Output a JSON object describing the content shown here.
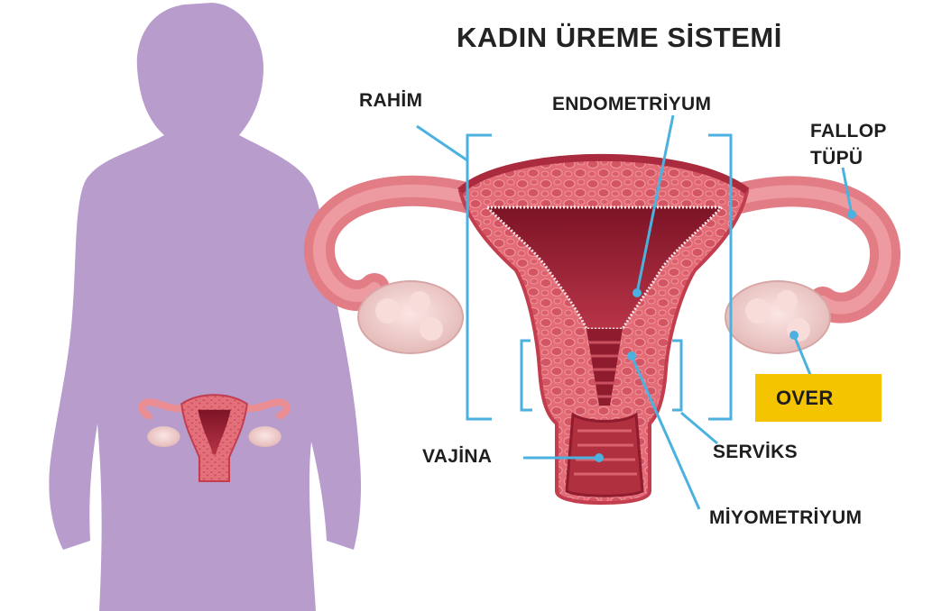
{
  "title": "KADIN ÜREME SİSTEMİ",
  "labels": {
    "rahim": "RAHİM",
    "endometriyum": "ENDOMETRİYUM",
    "fallop_line1": "FALLOP",
    "fallop_line2": "TÜPÜ",
    "over": "OVER",
    "vajina": "VAJİNA",
    "serviks": "SERVİKS",
    "miyometriyum": "MİYOMETRİYUM"
  },
  "colors": {
    "silhouette": "#b89ccc",
    "tissue": "#e4707a",
    "tissue_dark": "#c23d4e",
    "cavity": "#8e1c2e",
    "tube": "#ea8e93",
    "ovary": "#f2d2d0",
    "leader": "#4bb2e0",
    "over_box": "#f4c400"
  }
}
